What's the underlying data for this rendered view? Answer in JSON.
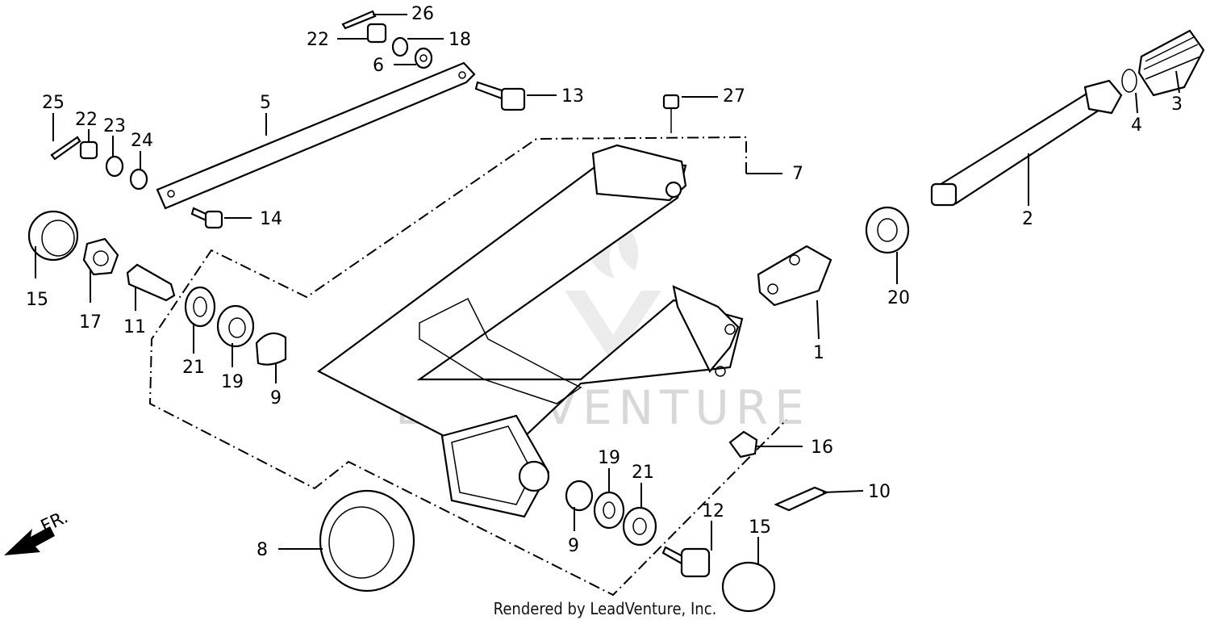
{
  "diagram": {
    "watermark": "LEADVENTURE",
    "direction_label": "FR.",
    "footer": "Rendered by LeadVenture, Inc.",
    "callouts": [
      "26",
      "22",
      "18",
      "6",
      "13",
      "5",
      "27",
      "25",
      "22",
      "23",
      "24",
      "7",
      "14",
      "3",
      "4",
      "2",
      "15",
      "17",
      "11",
      "21",
      "19",
      "9",
      "20",
      "1",
      "16",
      "10",
      "19",
      "21",
      "12",
      "15",
      "8",
      "9"
    ]
  }
}
